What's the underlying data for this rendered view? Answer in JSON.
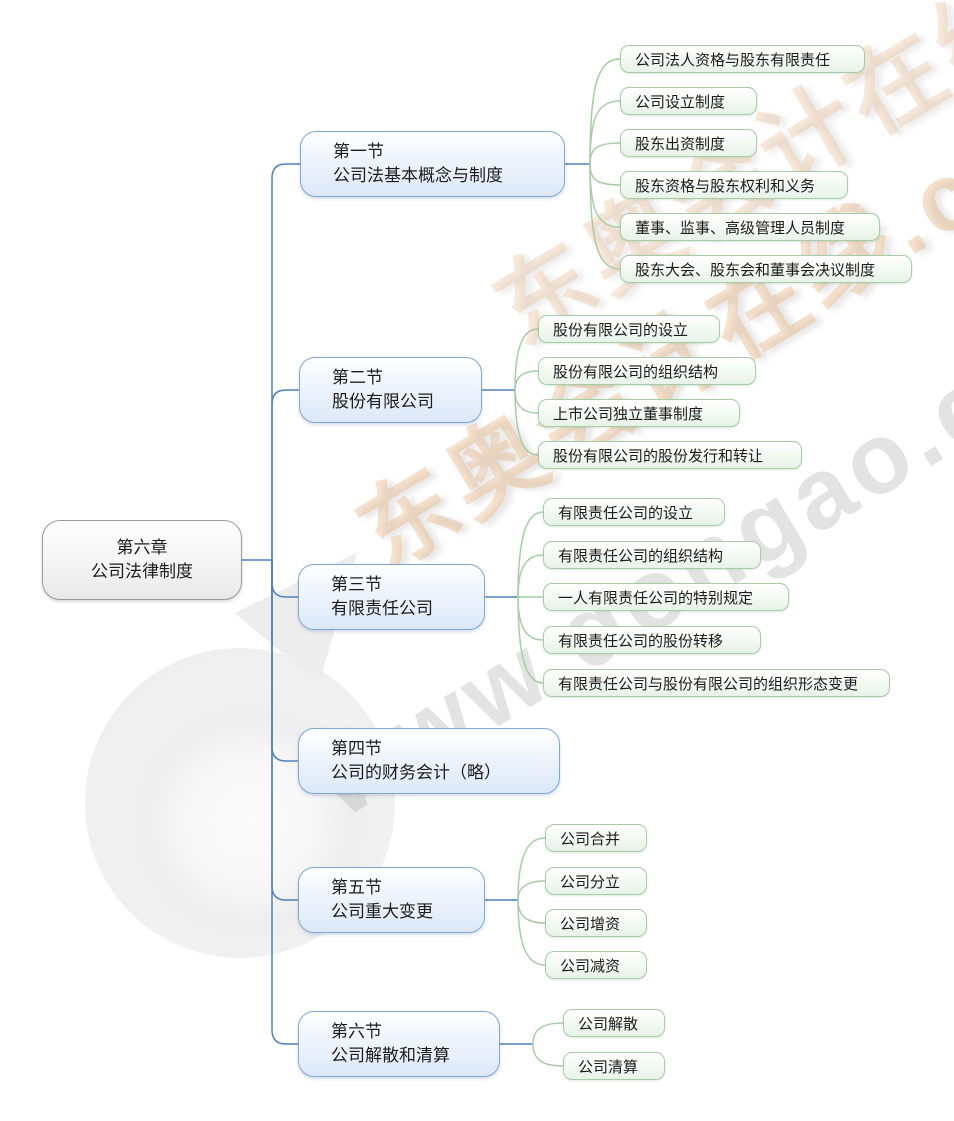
{
  "root": {
    "line1": "第六章",
    "line2": "公司法律制度"
  },
  "sections": [
    {
      "line1": "第一节",
      "line2": "公司法基本概念与制度",
      "leaves": [
        "公司法人资格与股东有限责任",
        "公司设立制度",
        "股东出资制度",
        "股东资格与股东权利和义务",
        "董事、监事、高级管理人员制度",
        "股东大会、股东会和董事会决议制度"
      ]
    },
    {
      "line1": "第二节",
      "line2": "股份有限公司",
      "leaves": [
        "股份有限公司的设立",
        "股份有限公司的组织结构",
        "上市公司独立董事制度",
        "股份有限公司的股份发行和转让"
      ]
    },
    {
      "line1": "第三节",
      "line2": "有限责任公司",
      "leaves": [
        "有限责任公司的设立",
        "有限责任公司的组织结构",
        "一人有限责任公司的特别规定",
        "有限责任公司的股份转移",
        "有限责任公司与股份有限公司的组织形态变更"
      ]
    },
    {
      "line1": "第四节",
      "line2": "公司的财务会计（略）",
      "leaves": []
    },
    {
      "line1": "第五节",
      "line2": "公司重大变更",
      "leaves": [
        "公司合并",
        "公司分立",
        "公司增资",
        "公司减资"
      ]
    },
    {
      "line1": "第六节",
      "line2": "公司解散和清算",
      "leaves": [
        "公司解散",
        "公司清算"
      ]
    }
  ],
  "watermark": {
    "brand": "东奥会计在线.com",
    "url": "www.dongao.com"
  },
  "colors": {
    "section_border": "#7fa8d9",
    "section_fill_bottom": "#dce8f8",
    "leaf_border": "#a6cda6",
    "leaf_fill_bottom": "#e8f3e8",
    "root_border": "#9a9a9a",
    "line_blue": "#4f81bd",
    "line_green": "#a6cda6",
    "watermark_tan": "#e4a464",
    "watermark_gray": "#a2a2a2"
  }
}
